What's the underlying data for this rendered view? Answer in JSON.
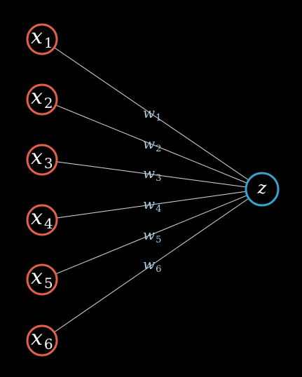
{
  "inputs": [
    {
      "var": "x",
      "sub": "1"
    },
    {
      "var": "x",
      "sub": "2"
    },
    {
      "var": "x",
      "sub": "3"
    },
    {
      "var": "x",
      "sub": "4"
    },
    {
      "var": "x",
      "sub": "5"
    },
    {
      "var": "x",
      "sub": "6"
    }
  ],
  "weights": [
    {
      "var": "w",
      "sub": "1"
    },
    {
      "var": "w",
      "sub": "2"
    },
    {
      "var": "w",
      "sub": "3"
    },
    {
      "var": "w",
      "sub": "4"
    },
    {
      "var": "w",
      "sub": "5"
    },
    {
      "var": "w",
      "sub": "6"
    }
  ],
  "output": {
    "label": "z"
  },
  "colors": {
    "background": "#000000",
    "input_stroke": "#e0604a",
    "output_stroke": "#3aa0cc",
    "edge": "#c8c8c8",
    "text": "#ffffff",
    "weight_text": "#a8d0e6"
  }
}
